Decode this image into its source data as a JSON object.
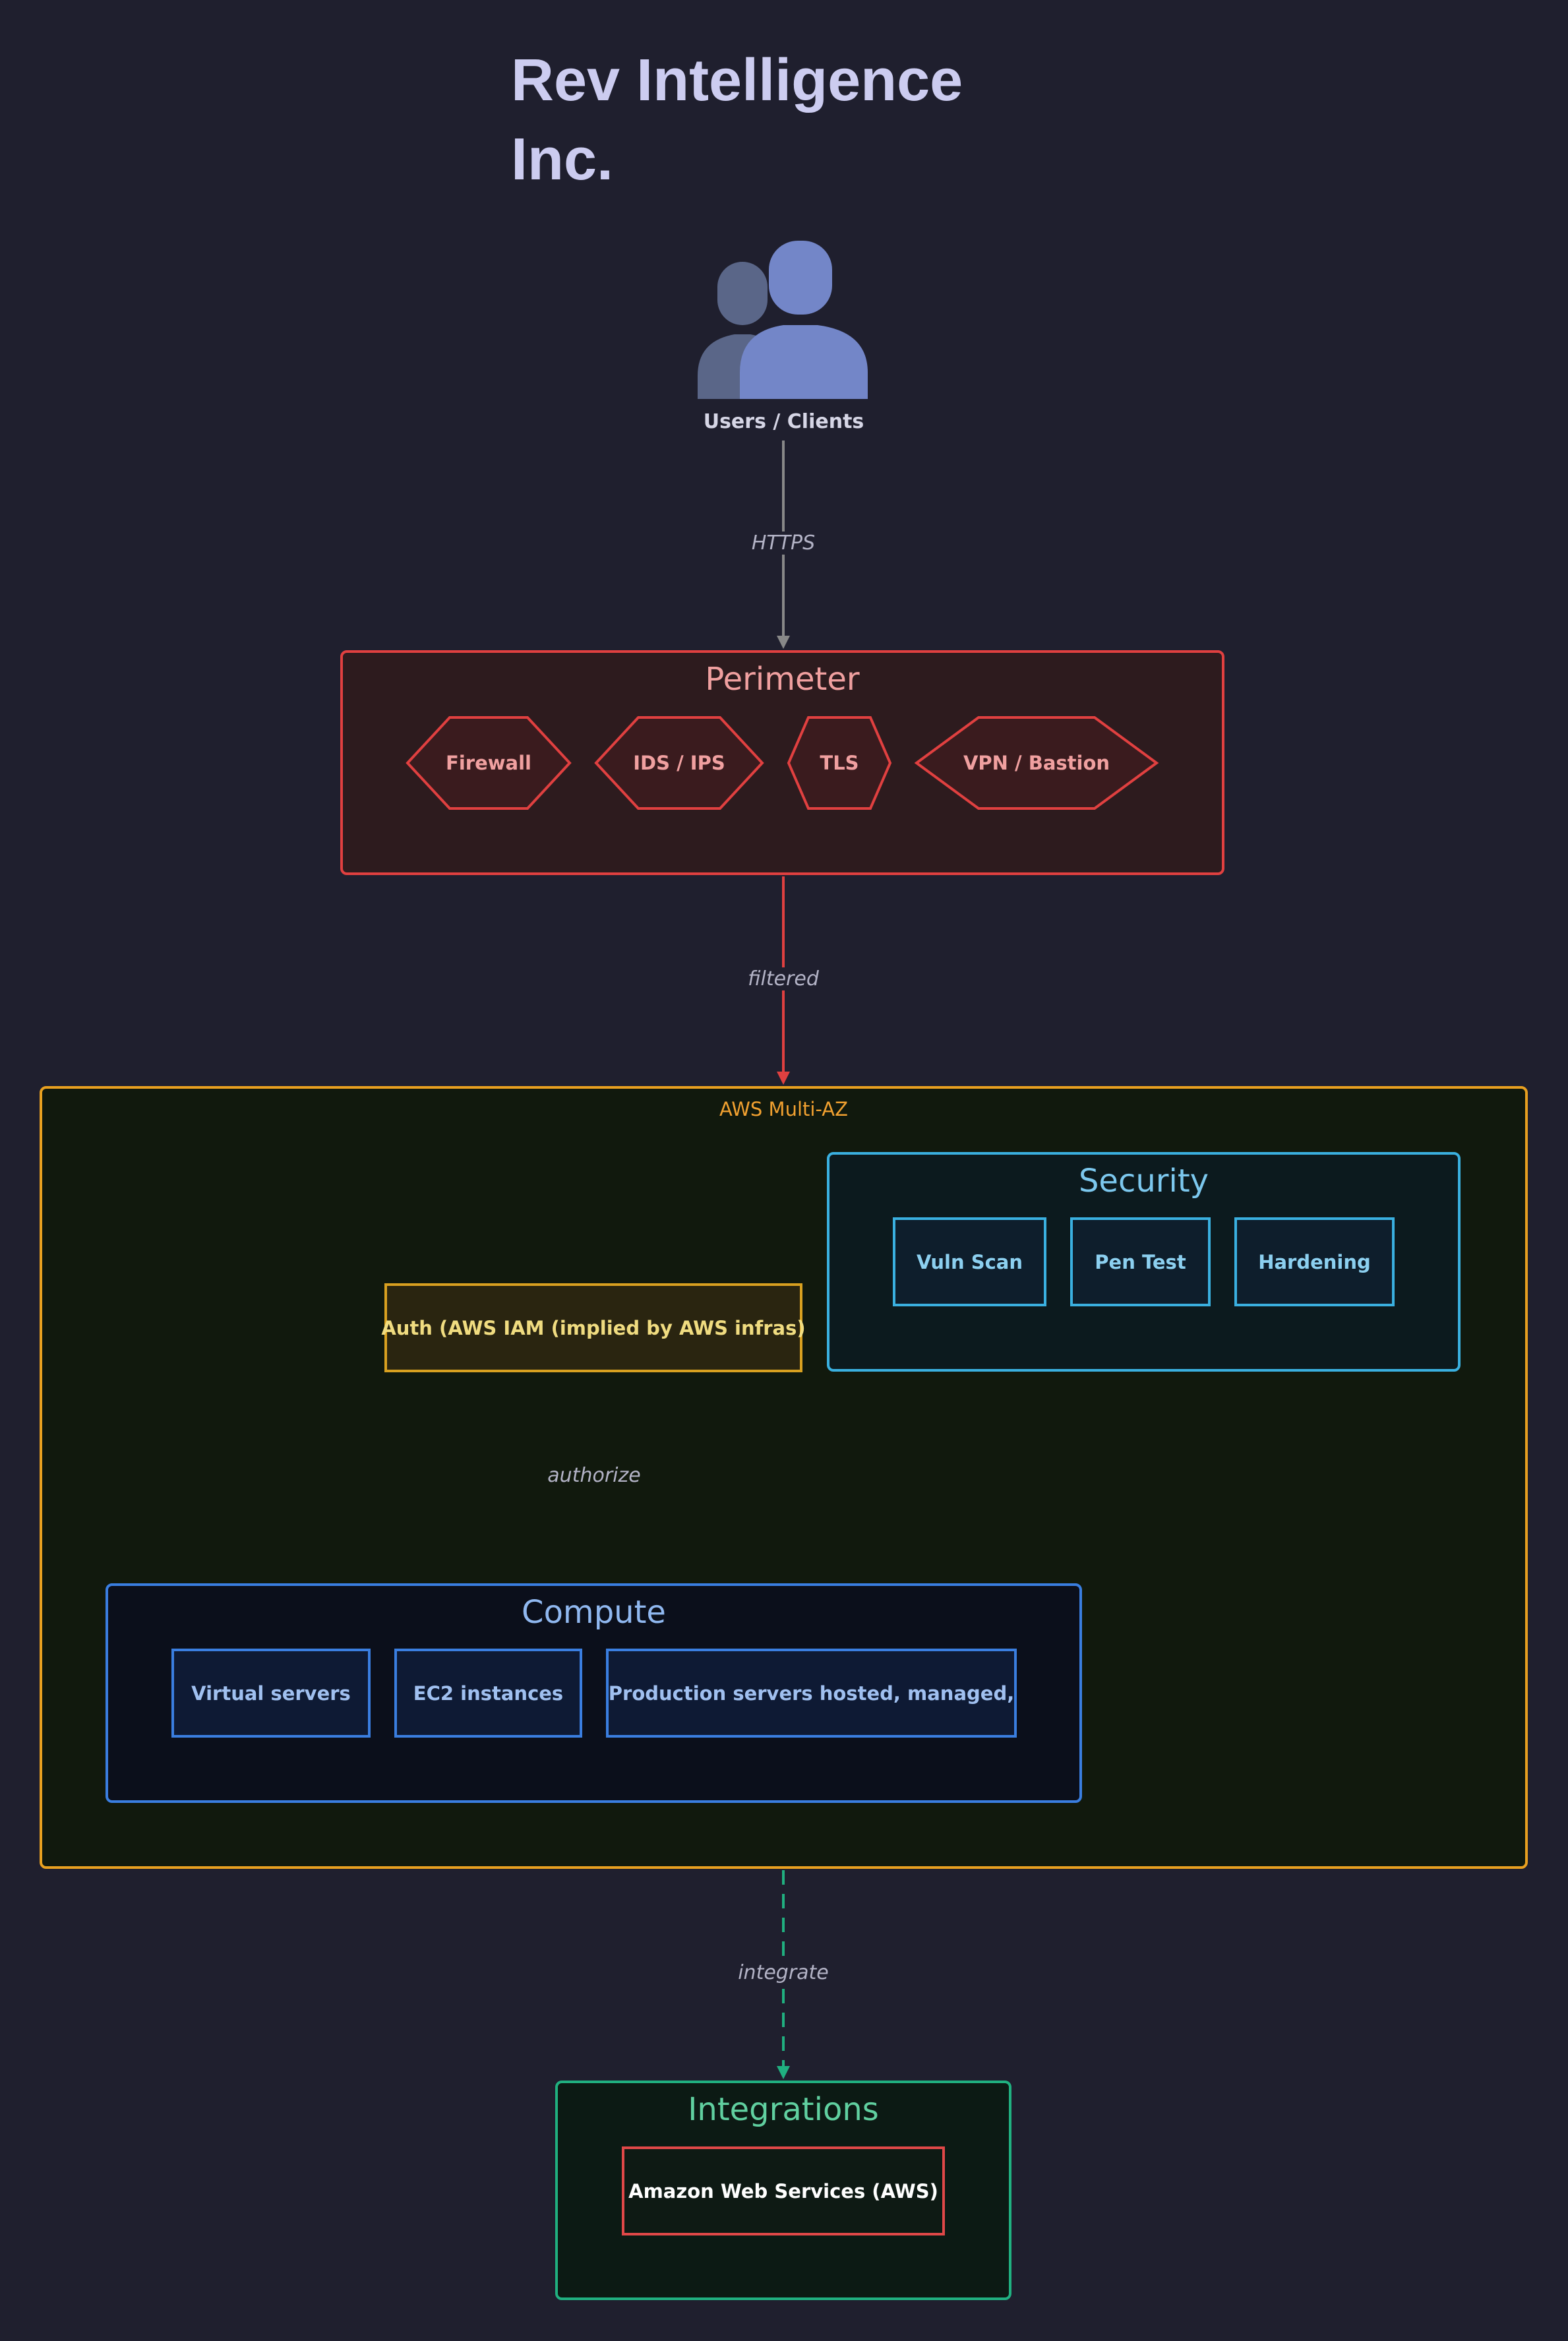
{
  "title": "Rev Intelligence Inc.",
  "users": {
    "label": "Users / Clients",
    "icon": "users-icon"
  },
  "edges": {
    "https": "HTTPS",
    "filtered": "filtered",
    "authorize": "authorize",
    "integrate": "integrate"
  },
  "perimeter": {
    "title": "Perimeter",
    "items": [
      "Firewall",
      "IDS / IPS",
      "TLS",
      "VPN / Bastion"
    ]
  },
  "aws": {
    "label": "AWS Multi-AZ",
    "auth": "Auth (AWS IAM (implied by AWS infras)",
    "security": {
      "title": "Security",
      "items": [
        "Vuln Scan",
        "Pen Test",
        "Hardening"
      ]
    },
    "compute": {
      "title": "Compute",
      "items": [
        "Virtual servers",
        "EC2 instances",
        "Production servers hosted, managed,"
      ]
    }
  },
  "integrations": {
    "title": "Integrations",
    "items": [
      "Amazon Web Services (AWS)"
    ]
  },
  "colors": {
    "background": "#1f1f2e",
    "perimeter": "#e04040",
    "aws": "#e8a020",
    "security": "#3ab0e0",
    "compute": "#3a7ee0",
    "integrations": "#20b080",
    "https_edge": "#888888"
  }
}
